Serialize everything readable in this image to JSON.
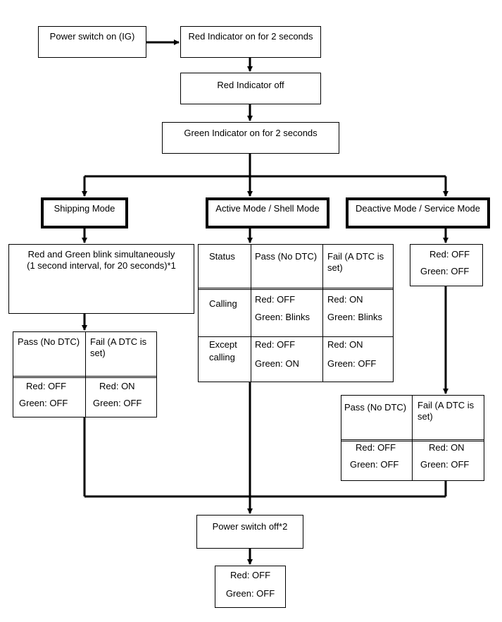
{
  "nodes": {
    "power_on": "Power switch on (IG)",
    "red_on": "Red Indicator on for 2 seconds",
    "red_off": "Red Indicator off",
    "green_on": "Green Indicator on for 2 seconds",
    "shipping_mode": "Shipping Mode",
    "active_mode": "Active Mode / Shell Mode",
    "deactive_mode": "Deactive Mode / Service Mode",
    "blink_line1": "Red and Green blink simultaneously",
    "blink_line2": "(1 second interval, for 20 seconds)*1",
    "deactive_red": "Red: OFF",
    "deactive_green": "Green: OFF",
    "power_off": "Power switch off*2",
    "final_red": "Red: OFF",
    "final_green": "Green: OFF"
  },
  "shipping_table": {
    "pass_header": "Pass (No DTC)",
    "fail_header_1": "Fail (A DTC is",
    "fail_header_2": "set)",
    "pass_red": "Red: OFF",
    "pass_green": "Green: OFF",
    "fail_red": "Red: ON",
    "fail_green": "Green: OFF"
  },
  "active_table": {
    "status_header": "Status",
    "pass_header": "Pass (No DTC)",
    "fail_header_1": "Fail (A DTC is",
    "fail_header_2": "set)",
    "row1_label": "Calling",
    "row1_pass_red": "Red: OFF",
    "row1_pass_green": "Green: Blinks",
    "row1_fail_red": "Red: ON",
    "row1_fail_green": "Green: Blinks",
    "row2_label_1": "Except",
    "row2_label_2": "calling",
    "row2_pass_red": "Red: OFF",
    "row2_pass_green": "Green: ON",
    "row2_fail_red": "Red: ON",
    "row2_fail_green": "Green: OFF"
  },
  "deactive_table": {
    "pass_header": "Pass (No DTC)",
    "fail_header_1": "Fail (A DTC is",
    "fail_header_2": "set)",
    "pass_red": "Red: OFF",
    "pass_green": "Green: OFF",
    "fail_red": "Red: ON",
    "fail_green": "Green: OFF"
  }
}
